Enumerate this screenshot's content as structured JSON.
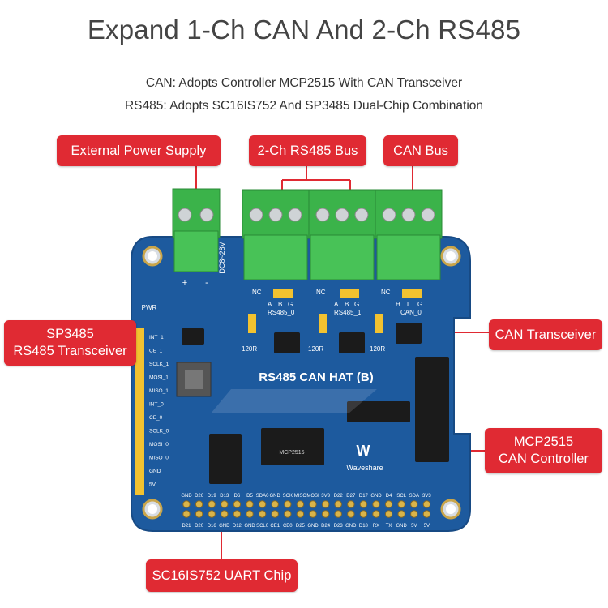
{
  "title": "Expand 1-Ch CAN And 2-Ch RS485",
  "subtitle_lines": [
    "CAN: Adopts Controller MCP2515 With CAN Transceiver",
    "RS485: Adopts SC16IS752 And SP3485 Dual-Chip Combination"
  ],
  "callouts": {
    "power": "External Power Supply",
    "rs485_bus": "2-Ch RS485 Bus",
    "can_bus": "CAN Bus",
    "sp3485_line1": "SP3485",
    "sp3485_line2": "RS485 Transceiver",
    "can_transceiver": "CAN Transceiver",
    "mcp2515_line1": "MCP2515",
    "mcp2515_line2": "CAN Controller",
    "sc16is752": "SC16IS752 UART Chip"
  },
  "board": {
    "name": "RS485 CAN HAT (B)",
    "brand": "Waveshare",
    "voltage_label": "DC8~28V",
    "pwr_label": "PWR",
    "plus_label": "+",
    "minus_label": "-",
    "nc_label": "NC",
    "rs485_0_label": "RS485_0",
    "rs485_1_label": "RS485_1",
    "can_0_label": "CAN_0",
    "rs485_pins": [
      "A",
      "B",
      "G"
    ],
    "can_pins": [
      "H",
      "L",
      "G"
    ],
    "resistor_label": "120R",
    "chip_mcp2515": "MCP2515",
    "left_header_labels": [
      "INT_1",
      "CE_1",
      "SCLK_1",
      "MOSI_1",
      "MISO_1",
      "INT_0",
      "CE_0",
      "SCLK_0",
      "MOSI_0",
      "MISO_0",
      "GND",
      "5V"
    ],
    "gpio_top_labels": [
      "GND",
      "D26",
      "D19",
      "D13",
      "D6",
      "D5",
      "SDA0",
      "GND",
      "SCK",
      "MISO",
      "MOSI",
      "3V3",
      "D22",
      "D27",
      "D17",
      "GND",
      "D4",
      "SCL",
      "SDA",
      "3V3"
    ],
    "gpio_bottom_labels": [
      "D21",
      "D20",
      "D16",
      "GND",
      "D12",
      "GND",
      "SCL0",
      "CE1",
      "CE0",
      "D25",
      "GND",
      "D24",
      "D23",
      "GND",
      "D18",
      "RX",
      "TX",
      "GND",
      "5V",
      "5V"
    ]
  },
  "colors": {
    "callout": "#e02a33",
    "pcb": "#1d5a9e",
    "terminal": "#3bb34a",
    "header_yellow": "#f2c230"
  }
}
